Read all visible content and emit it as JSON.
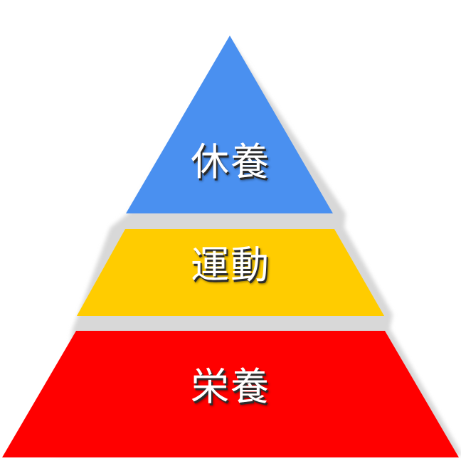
{
  "pyramid": {
    "tiers": [
      {
        "label": "休養",
        "color": "#4a90f0"
      },
      {
        "label": "運動",
        "color": "#ffcc00"
      },
      {
        "label": "栄養",
        "color": "#ff0000"
      }
    ],
    "shadow_color": "#d8d8d8"
  }
}
